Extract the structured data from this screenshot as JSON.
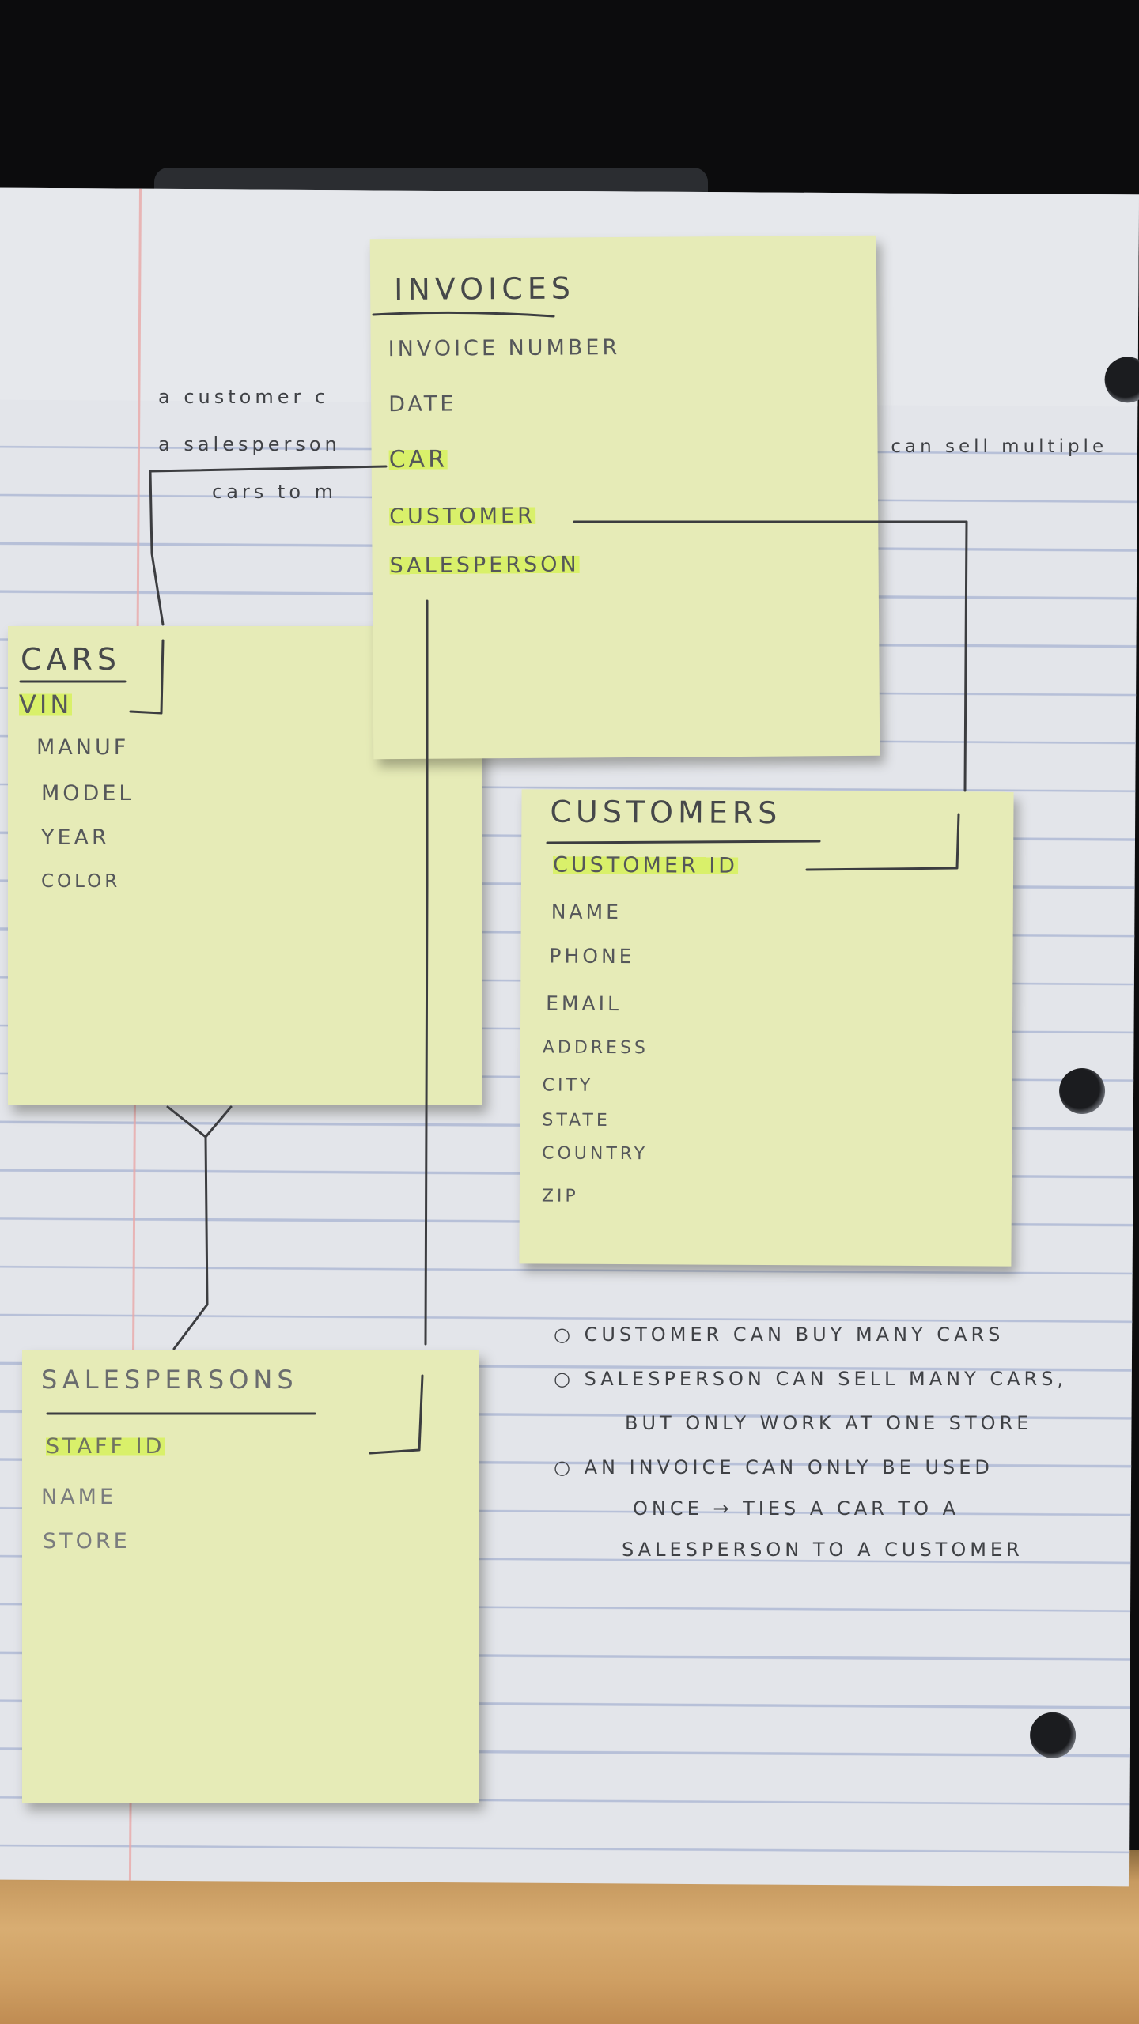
{
  "invoices": {
    "title": "INVOICES",
    "fields": [
      "INVOICE NUMBER",
      "DATE",
      "CAR",
      "CUSTOMER",
      "SALESPERSON"
    ]
  },
  "cars": {
    "title": "CARS",
    "fields": [
      "VIN",
      "MANUF",
      "MODEL",
      "YEAR",
      "COLOR"
    ]
  },
  "customers": {
    "title": "CUSTOMERS",
    "fields": [
      "CUSTOMER ID",
      "NAME",
      "PHONE",
      "EMAIL",
      "ADDRESS",
      "CITY",
      "STATE",
      "COUNTRY",
      "ZIP"
    ]
  },
  "salespersons": {
    "title": "SALESPERSONS",
    "fields": [
      "STAFF ID",
      "NAME",
      "STORE"
    ]
  },
  "page_notes": {
    "line1": "a customer c",
    "line2": "a salesperson",
    "line2_right": "t  can sell multiple",
    "line3": "cars  to  m"
  },
  "bullets": [
    "CUSTOMER CAN BUY MANY CARS",
    "SALESPERSON CAN SELL MANY CARS,",
    "BUT ONLY WORK AT ONE STORE",
    "AN INVOICE CAN ONLY BE USED",
    "ONCE → TIES A CAR TO A",
    "SALESPERSON TO A CUSTOMER"
  ],
  "highlight_color": "#d9f06a",
  "note_color": "#e6ebb7"
}
